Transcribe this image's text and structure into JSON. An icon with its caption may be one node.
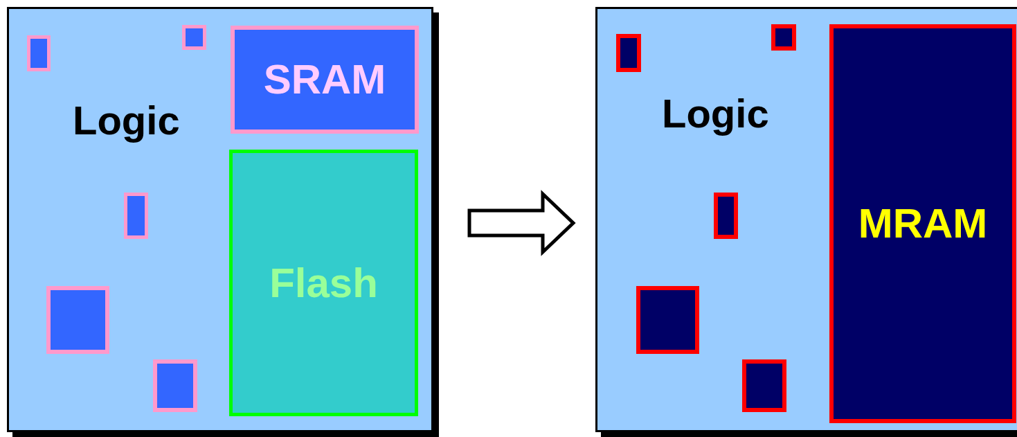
{
  "diagram": {
    "nodes": [
      {
        "text": [
          "Logic"
        ]
      },
      {
        "text": [],
        "shape": "box",
        "in": 0
      },
      {
        "text": [],
        "shape": "box",
        "in": 0
      },
      {
        "text": [
          "SRAM"
        ],
        "in": 0
      },
      {
        "text": [
          "Flash"
        ],
        "in": 0
      },
      {
        "text": [],
        "shape": "box",
        "in": 0
      },
      {
        "text": [],
        "shape": "box",
        "in": 0
      },
      {
        "text": [],
        "shape": "box",
        "in": 0
      },
      {
        "text": [
          "Logic"
        ]
      },
      {
        "text": [],
        "shape": "box",
        "in": 8
      },
      {
        "text": [],
        "shape": "box",
        "in": 8
      },
      {
        "text": [
          "MRAM"
        ],
        "in": 8
      },
      {
        "text": [],
        "shape": "box",
        "in": 8
      },
      {
        "text": [],
        "shape": "box",
        "in": 8
      },
      {
        "text": [],
        "shape": "box",
        "in": 8
      }
    ],
    "edges": [
      {
        "from": 0,
        "to": 8,
        "arrow": "to"
      }
    ]
  }
}
